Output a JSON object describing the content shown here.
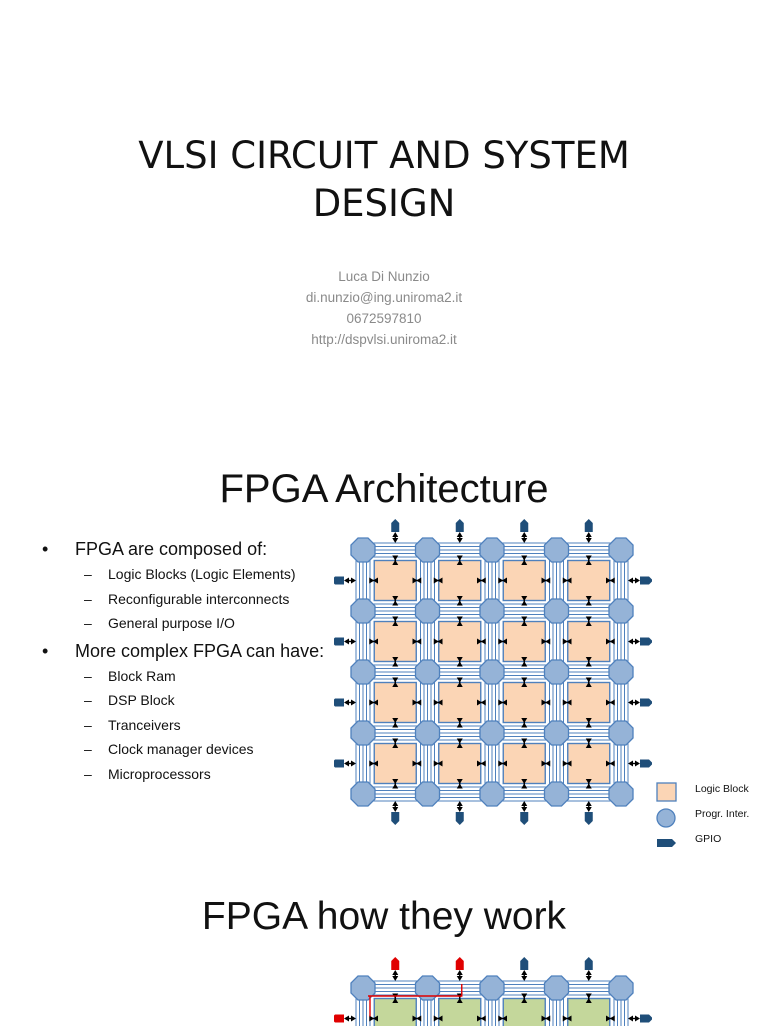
{
  "slide1": {
    "title": "VLSI CIRCUIT AND SYSTEM DESIGN",
    "author": "Luca Di Nunzio",
    "email": "di.nunzio@ing.uniroma2.it",
    "phone": "0672597810",
    "website": "http://dspvlsi.uniroma2.it"
  },
  "slide2": {
    "title": "FPGA Architecture",
    "bullets": [
      {
        "text": "FPGA are composed of:",
        "subs": [
          "Logic Blocks (Logic Elements)",
          "Reconfigurable interconnects",
          "General purpose I/O"
        ]
      },
      {
        "text": "More complex FPGA can have:",
        "subs": [
          "Block Ram",
          "DSP Block",
          "Tranceivers",
          "Clock manager devices",
          "Microprocessors"
        ]
      }
    ],
    "bullet_glyph": "•",
    "dash_glyph": "–",
    "legend": {
      "logic_block": "Logic Block",
      "progr_inter": "Progr. Inter.",
      "gpio": "GPIO"
    },
    "colors": {
      "logic_block_fill": "#fbd5b5",
      "switch_fill": "#95b3d7",
      "gpio_fill": "#1f4e79",
      "wire": "#4f81bd"
    }
  },
  "slide3": {
    "title": "FPGA how they work",
    "colors": {
      "routed_net": "#e00000",
      "logic_block_fill": "#c4d79b"
    }
  }
}
